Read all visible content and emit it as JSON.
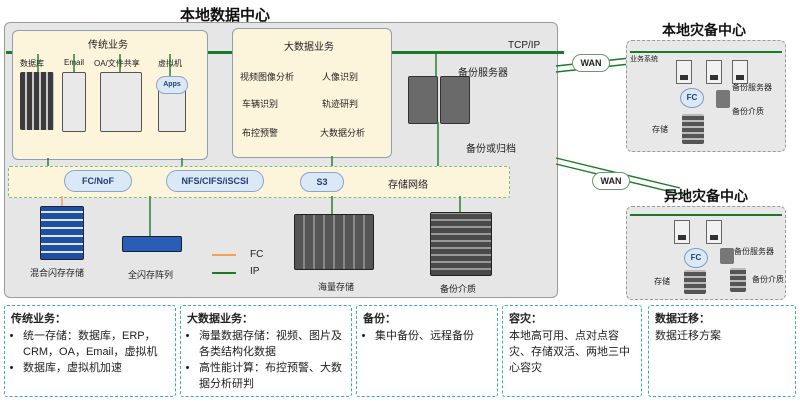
{
  "local_dc": {
    "title": "本地数据中心",
    "tcpip_label": "TCP/IP",
    "traditional": {
      "title": "传统业务",
      "items": [
        "数据库",
        "Email",
        "OA/文件共享",
        "虚拟机"
      ],
      "apps_label": "Apps"
    },
    "bigdata": {
      "title": "大数据业务",
      "items": [
        "视频图像分析",
        "人像识别",
        "车辆识别",
        "轨迹研判",
        "布控预警",
        "大数据分析"
      ]
    },
    "backup_server_label": "备份服务器",
    "backup_archive_label": "备份或归档",
    "storage_net_label": "存储网络",
    "protocols": [
      "FC/NoF",
      "NFS/CIFS/iSCSI",
      "S3"
    ],
    "hybrid_storage_label": "混合闪存存储",
    "allflash_label": "全闪存阵列",
    "mass_storage_label": "海量存储",
    "backup_media_label": "备份介质",
    "legend": [
      {
        "label": "FC",
        "color": "#f0a050"
      },
      {
        "label": "IP",
        "color": "#1a7a2a"
      }
    ]
  },
  "wan_labels": [
    "WAN",
    "WAN"
  ],
  "local_dr": {
    "title": "本地灾备中心",
    "biz_label": "业务系统",
    "fc_label": "FC",
    "backup_server_label": "备份服务器",
    "storage_label": "存储",
    "backup_media_label": "备份介质"
  },
  "remote_dr": {
    "title": "异地灾备中心",
    "fc_label": "FC",
    "backup_server_label": "备份服务器",
    "storage_label": "存储",
    "backup_media_label": "备份介质"
  },
  "info": [
    {
      "title": "传统业务：",
      "items": [
        "统一存储：数据库，ERP，CRM，OA，Email，虚拟机",
        "数据库，虚拟机加速"
      ]
    },
    {
      "title": "大数据业务：",
      "items": [
        "海量数据存储：视频、图片及各类结构化数据",
        "高性能计算：布控预警、大数据分析研判"
      ]
    },
    {
      "title": "备份：",
      "items": [
        "集中备份、远程备份"
      ]
    },
    {
      "title": "容灾：",
      "text": "本地高可用、点对点容灾、存储双活、两地三中心容灾"
    },
    {
      "title": "数据迁移：",
      "text": "数据迁移方案"
    }
  ],
  "colors": {
    "ip_line": "#1a7a2a",
    "fc_line": "#f0a050",
    "dashed_border": "#3aa6c8"
  }
}
